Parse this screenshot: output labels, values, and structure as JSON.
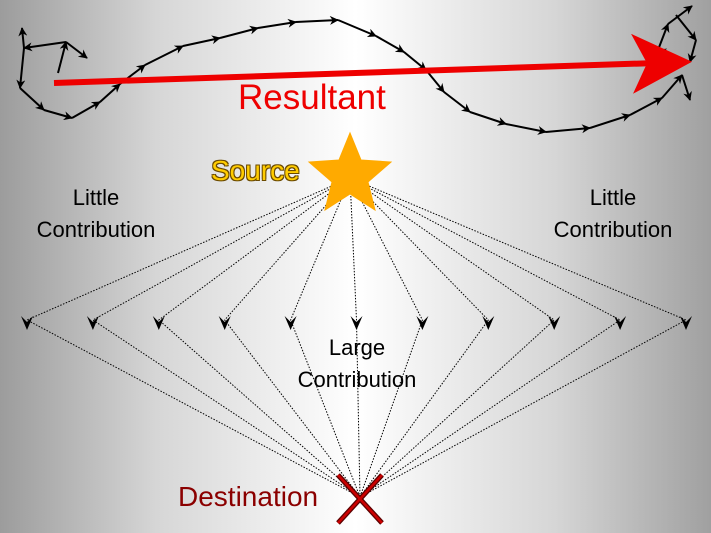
{
  "labels": {
    "resultant": "Resultant",
    "source": "Source",
    "left_little": [
      "Little",
      "Contribution"
    ],
    "right_little": [
      "Little",
      "Contribution"
    ],
    "large": [
      "Large",
      "Contribution"
    ],
    "destination": "Destination"
  },
  "paths": {
    "count": 11
  },
  "colors": {
    "resultant": "#ee0000",
    "source_star": "#ffaa00",
    "source_text": "#ffcc00",
    "destination": "#8b0000",
    "phasor": "#000000"
  }
}
